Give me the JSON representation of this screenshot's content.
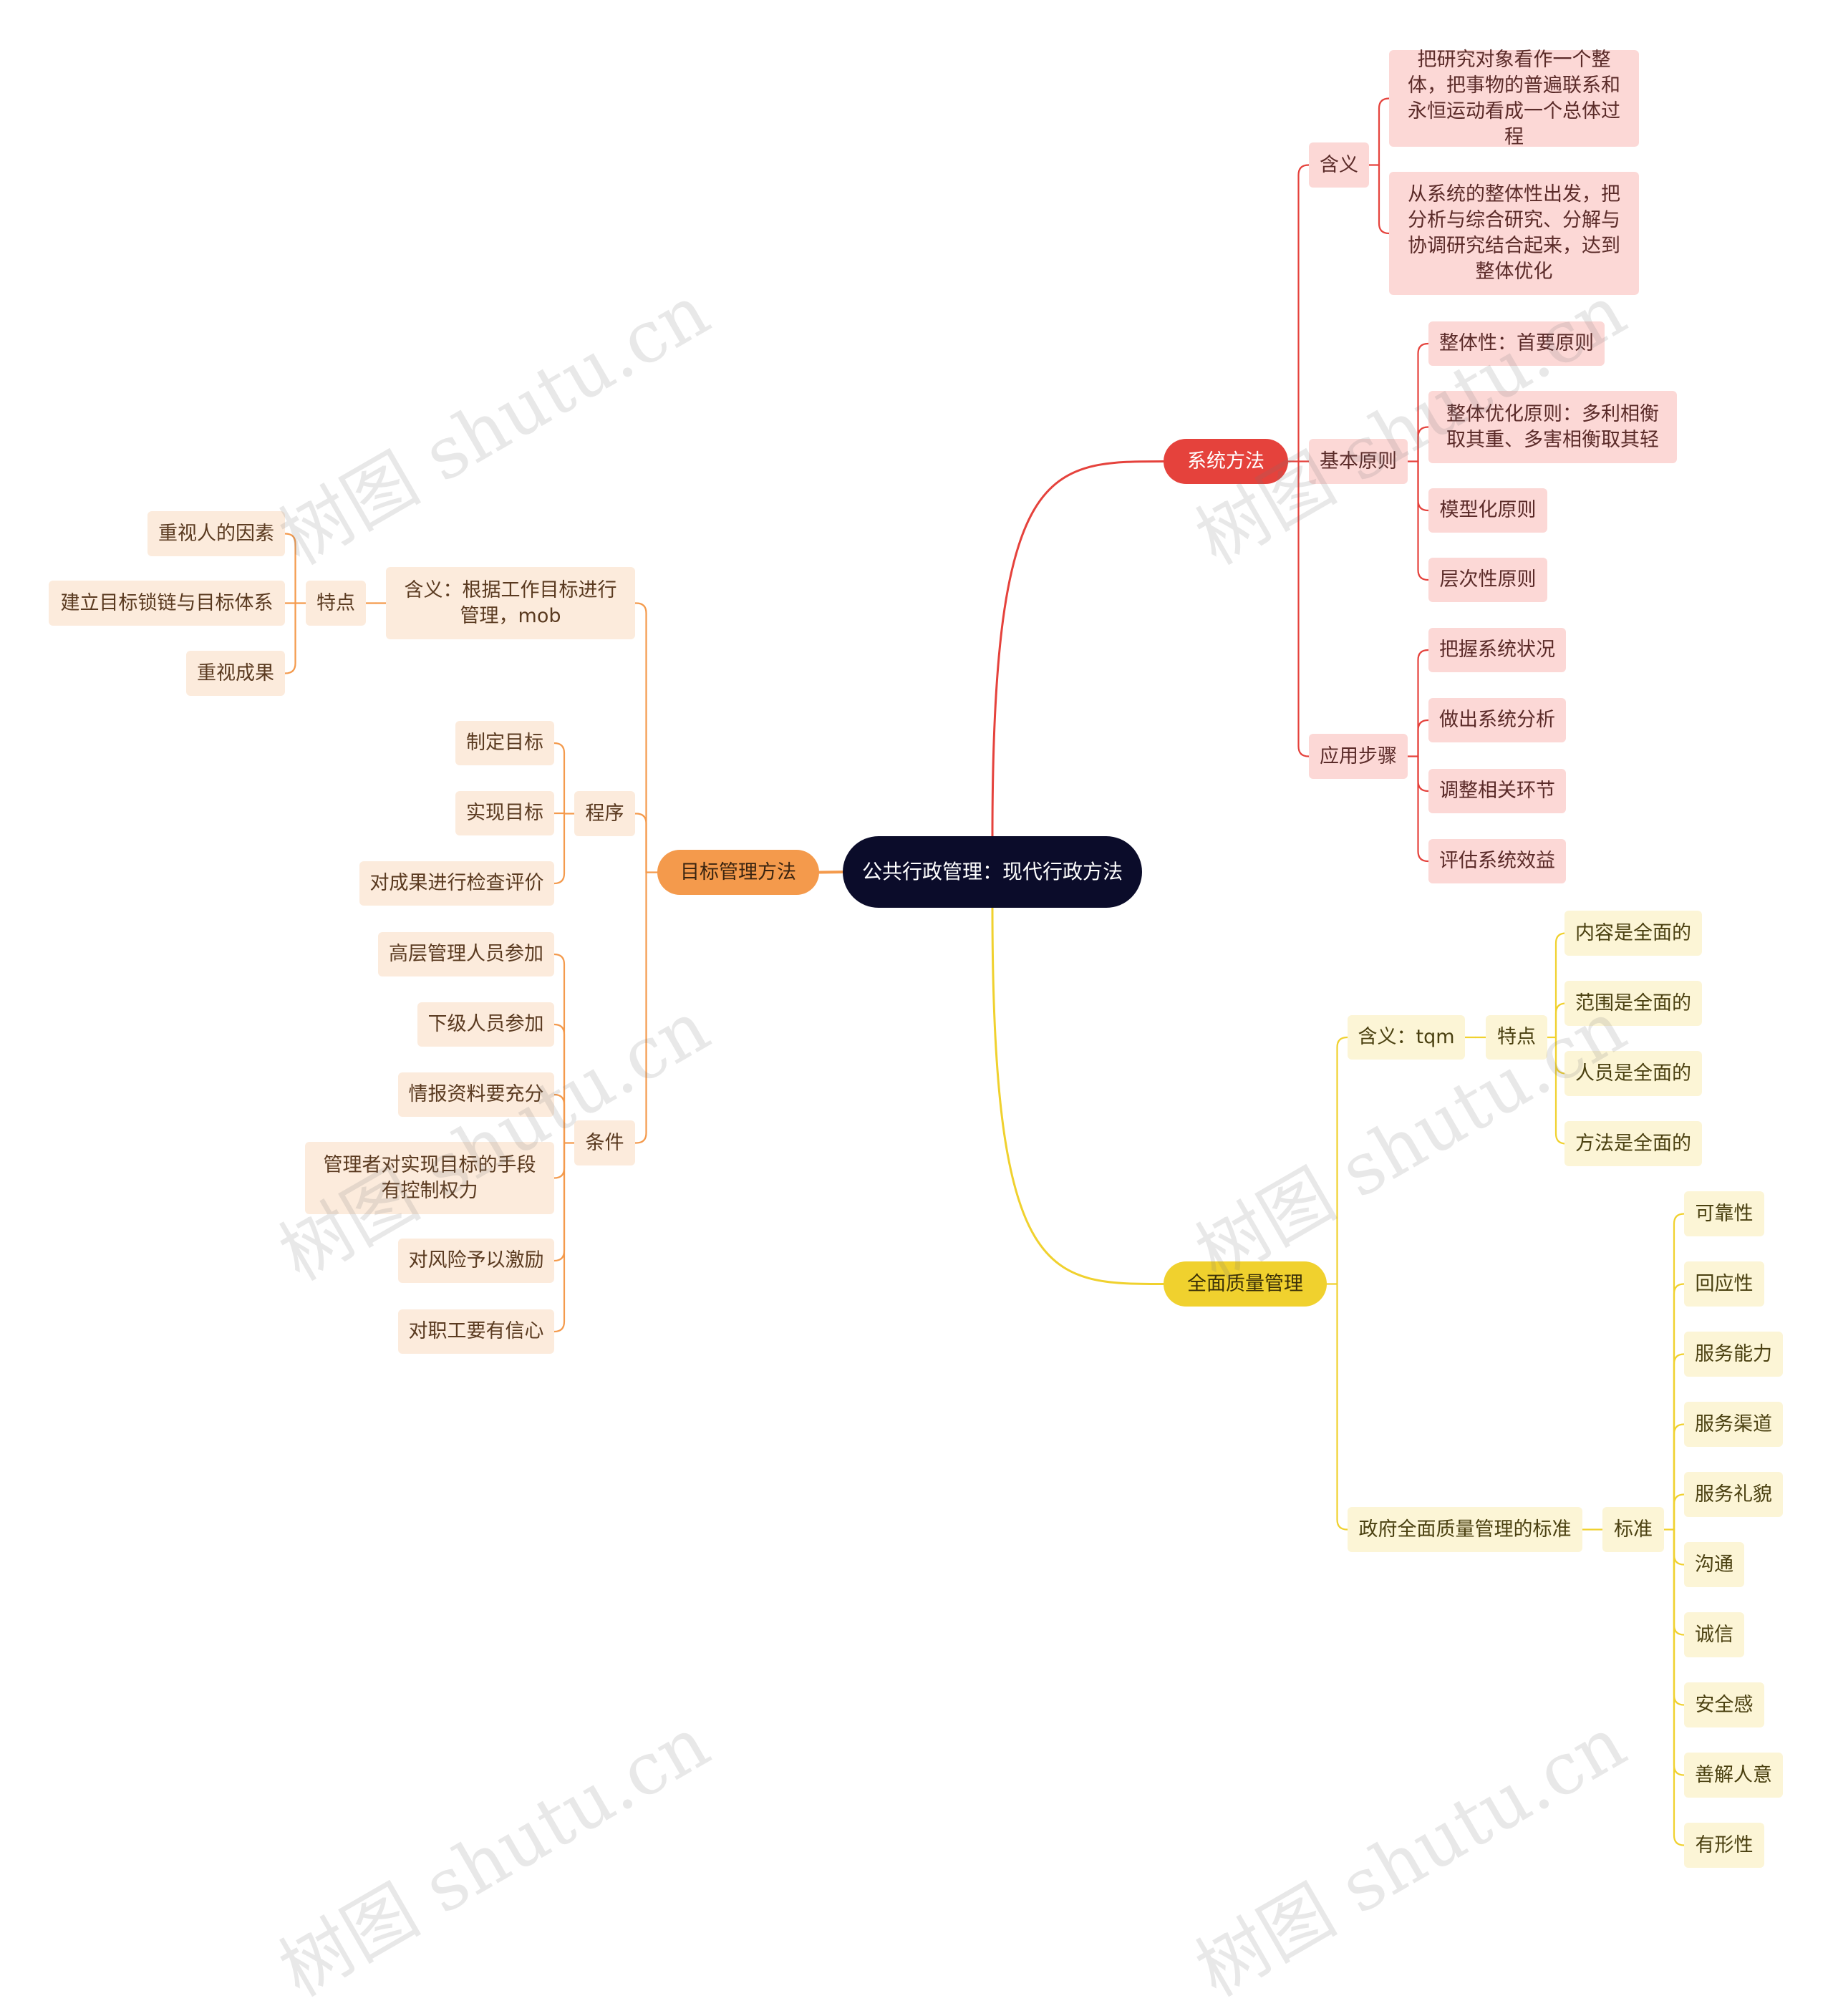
{
  "root": "公共行政管理：现代行政方法",
  "watermark": "树图 shutu.cn",
  "colors": {
    "red": "#e5423c",
    "orange": "#f49a4c",
    "yellow": "#f0d12e",
    "root": "#0b0c2a"
  },
  "branches": {
    "system": {
      "label": "系统方法",
      "meaning": {
        "label": "含义",
        "items": [
          "把研究对象看作一个整体，把事物的普遍联系和永恒运动看成一个总体过程",
          "从系统的整体性出发，把分析与综合研究、分解与协调研究结合起来，达到整体优化"
        ]
      },
      "principles": {
        "label": "基本原则",
        "items": [
          "整体性：首要原则",
          "整体优化原则：多利相衡取其重、多害相衡取其轻",
          "模型化原则",
          "层次性原则"
        ]
      },
      "steps": {
        "label": "应用步骤",
        "items": [
          "把握系统状况",
          "做出系统分析",
          "调整相关环节",
          "评估系统效益"
        ]
      }
    },
    "tqm": {
      "label": "全面质量管理",
      "meaning": {
        "label": "含义：tqm",
        "feature": "特点",
        "items": [
          "内容是全面的",
          "范围是全面的",
          "人员是全面的",
          "方法是全面的"
        ]
      },
      "standard": {
        "label": "政府全面质量管理的标准",
        "sub": "标准",
        "items": [
          "可靠性",
          "回应性",
          "服务能力",
          "服务渠道",
          "服务礼貌",
          "沟通",
          "诚信",
          "安全感",
          "善解人意",
          "有形性"
        ]
      }
    },
    "mbo": {
      "label": "目标管理方法",
      "meaning": {
        "label": "含义：根据工作目标进行管理，mob",
        "feature": "特点",
        "items": [
          "重视人的因素",
          "建立目标锁链与目标体系",
          "重视成果"
        ]
      },
      "procedure": {
        "label": "程序",
        "items": [
          "制定目标",
          "实现目标",
          "对成果进行检查评价"
        ]
      },
      "conditions": {
        "label": "条件",
        "items": [
          "高层管理人员参加",
          "下级人员参加",
          "情报资料要充分",
          "管理者对实现目标的手段有控制权力",
          "对风险予以激励",
          "对职工要有信心"
        ]
      }
    }
  }
}
